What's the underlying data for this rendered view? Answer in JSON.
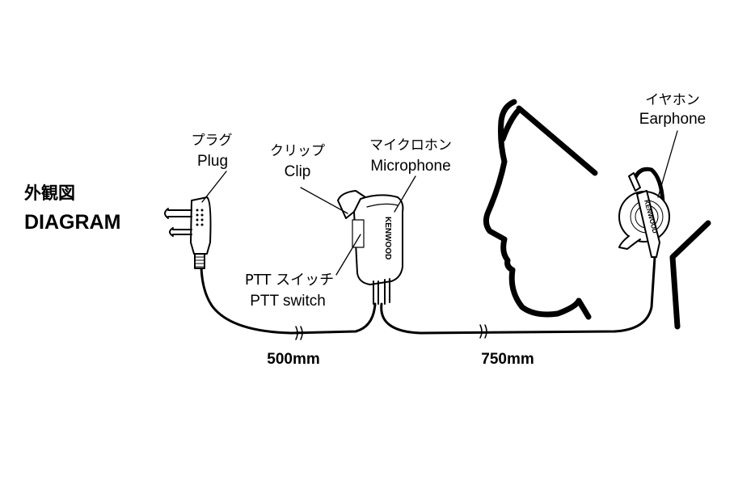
{
  "title_jp": "外観図",
  "title_en": "DIAGRAM",
  "labels": {
    "plug_jp": "プラグ",
    "plug_en": "Plug",
    "clip_jp": "クリップ",
    "clip_en": "Clip",
    "mic_jp": "マイクロホン",
    "mic_en": "Microphone",
    "ptt_jp": "PTT スイッチ",
    "ptt_en": "PTT switch",
    "ear_jp": "イヤホン",
    "ear_en": "Earphone"
  },
  "brand": "KENWOOD",
  "dimensions": {
    "plug_cable": "500mm",
    "earphone_cable": "750mm"
  }
}
